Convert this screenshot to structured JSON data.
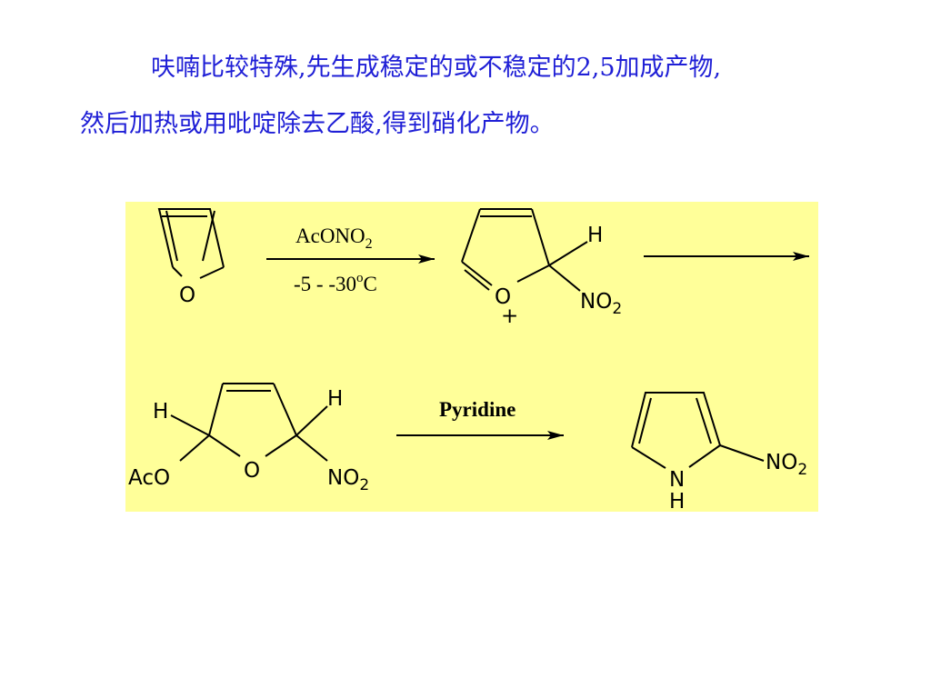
{
  "text": {
    "line1": "呋喃比较特殊,先生成稳定的或不稳定的2,5加成产物,",
    "line2": "然后加热或用吡啶除去乙酸,得到硝化产物。"
  },
  "scheme": {
    "background": "#ffff99",
    "step1": {
      "reagent": "AcONO",
      "reagent_sub": "2",
      "condition": "-5 - -30",
      "condition_sup": "o",
      "condition_unit": "C"
    },
    "step2": {
      "reagent": "Pyridine"
    },
    "furan": {
      "o": "O"
    },
    "intermediate1": {
      "h": "H",
      "o": "O",
      "charge": "+",
      "nitro": "NO",
      "nitro_sub": "2"
    },
    "intermediate2": {
      "h_left": "H",
      "h_right": "H",
      "aco": "AcO",
      "o": "O",
      "nitro": "NO",
      "nitro_sub": "2"
    },
    "product": {
      "n": "N",
      "h": "H",
      "nitro": "NO",
      "nitro_sub": "2"
    }
  },
  "colors": {
    "text": "#1f1fd6",
    "panel": "#ffff99"
  }
}
